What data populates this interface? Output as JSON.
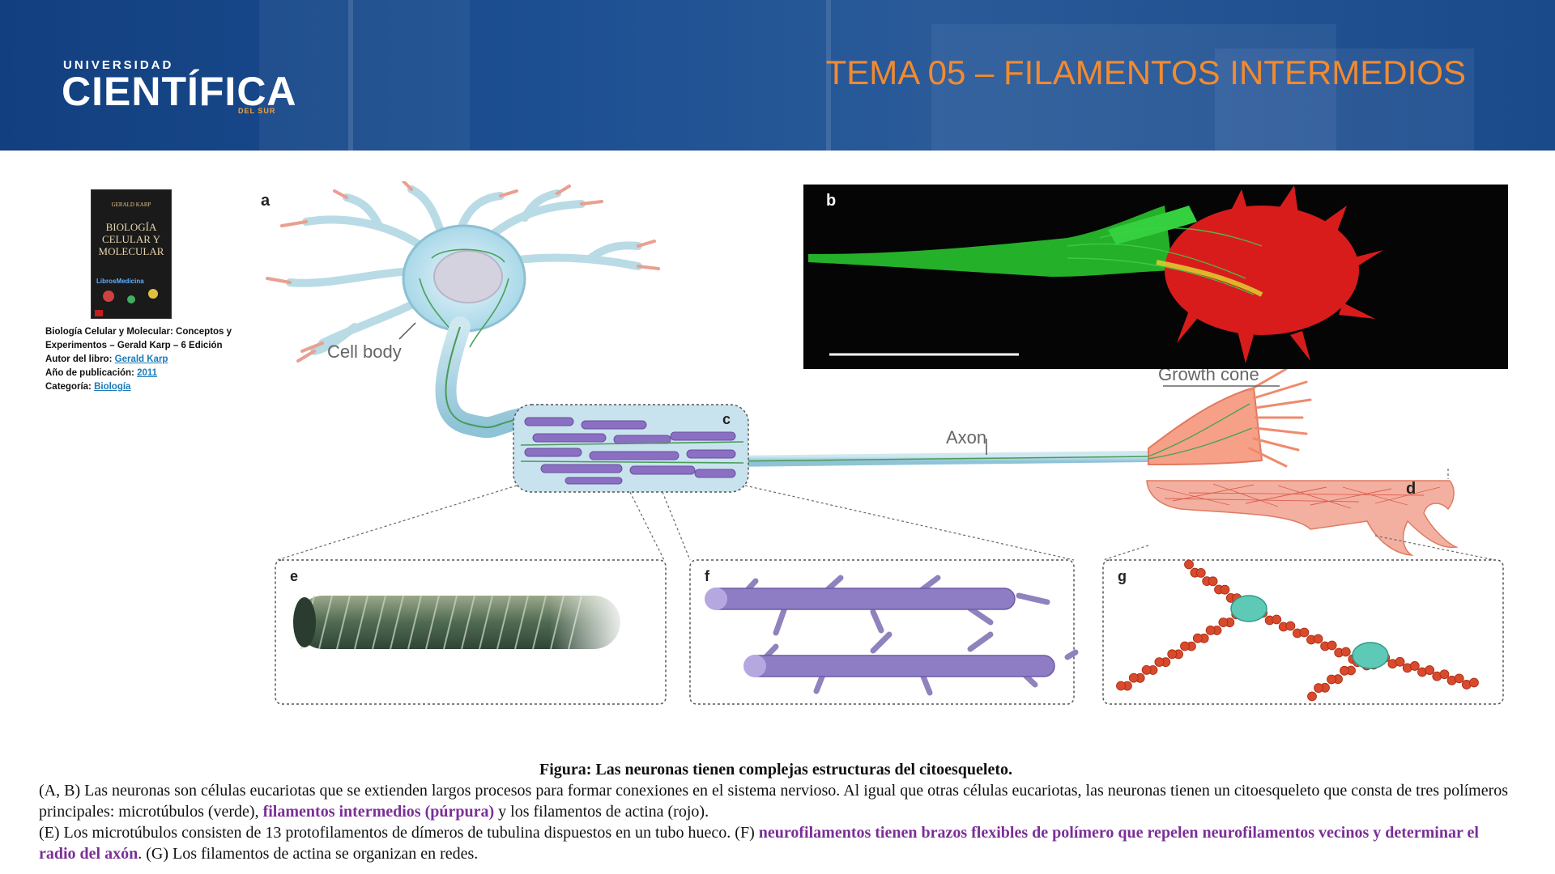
{
  "header": {
    "logo_top": "UNIVERSIDAD",
    "logo_main": "CIENTÍFICA",
    "logo_sub": "DEL SUR",
    "title": "TEMA 05 – FILAMENTOS INTERMEDIOS"
  },
  "book": {
    "cover_author": "GERALD KARP",
    "cover_title": "BIOLOGÍA CELULAR Y MOLECULAR",
    "cover_brand": "LibrosMedicina",
    "title_line": "Biología Celular y Molecular: Conceptos y Experimentos – Gerald Karp – 6 Edición",
    "author_label": "Autor del libro:",
    "author_value": "Gerald Karp",
    "year_label": "Año de publicación:",
    "year_value": "2011",
    "category_label": "Categoría:",
    "category_value": "Biología"
  },
  "figure": {
    "panel_a": "a",
    "panel_b": "b",
    "panel_c": "c",
    "panel_d": "d",
    "panel_e": "e",
    "panel_f": "f",
    "panel_g": "g",
    "label_cell_body": "Cell body",
    "label_axon": "Axon",
    "label_growth_cone": "Growth cone"
  },
  "caption": {
    "title": "Figura: Las neuronas tienen complejas estructuras del citoesqueleto.",
    "p1_a": "(A, B) Las neuronas son células eucariotas que se extienden largos procesos para formar conexiones en el sistema nervioso. Al igual que otras células eucariotas, las neuronas tienen un citoesqueleto que consta de tres polímeros principales: microtúbulos (verde), ",
    "p1_hl": "filamentos intermedios (púrpura)",
    "p1_b": " y los filamentos de actina (rojo).",
    "p2_a": "(E) Los microtúbulos consisten de 13 protofilamentos de dímeros de tubulina dispuestos en un tubo hueco. (F) ",
    "p2_hl": "neurofilamentos tienen brazos flexibles de polímero que repelen neurofilamentos vecinos y determinar el radio del axón",
    "p2_b": ". (G) Los filamentos de actina se organizan en redes."
  },
  "colors": {
    "header_blue": "#1c4f92",
    "title_orange": "#f28a30",
    "highlight_purple": "#7a2f96",
    "link_blue": "#1a7ab8"
  }
}
